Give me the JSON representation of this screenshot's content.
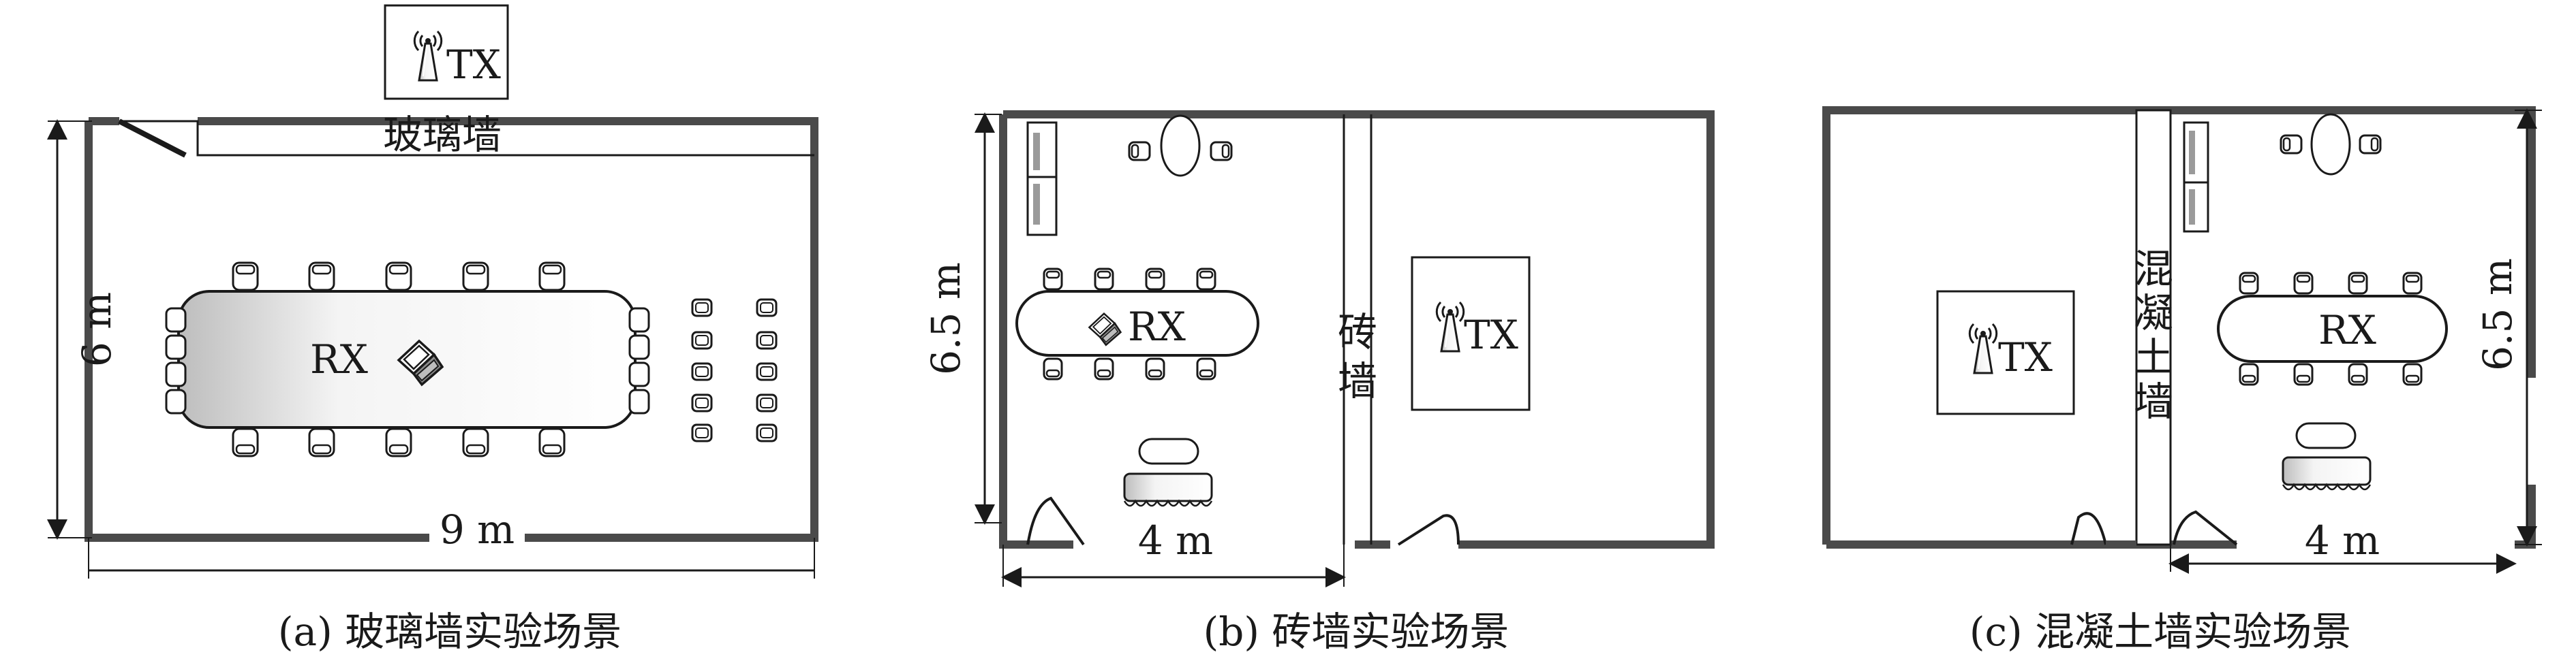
{
  "panels": [
    {
      "id": "a",
      "caption": "(a) 玻璃墙实验场景",
      "wall_label": "玻璃墙",
      "tx_label": "TX",
      "rx_label": "RX",
      "width_label": "9 m",
      "height_label": "6 m"
    },
    {
      "id": "b",
      "caption": "(b) 砖墙实验场景",
      "wall_label_chars": [
        "砖",
        "墙"
      ],
      "tx_label": "TX",
      "rx_label": "RX",
      "width_label": "4 m",
      "height_label": "6.5 m"
    },
    {
      "id": "c",
      "caption": "(c) 混凝土墙实验场景",
      "wall_label_chars": [
        "混",
        "凝",
        "土",
        "墙"
      ],
      "tx_label": "TX",
      "rx_label": "RX",
      "width_label": "4 m",
      "height_label": "6.5 m"
    }
  ],
  "colors": {
    "wall": "#4a4a4a",
    "line": "#1a1a1a",
    "table_fill": "#e6e6e6"
  }
}
